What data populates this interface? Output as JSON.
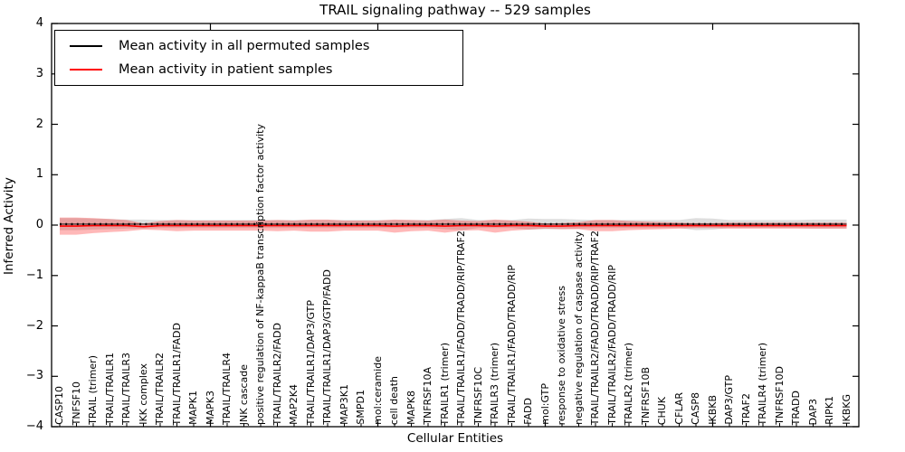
{
  "title": "TRAIL signaling pathway -- 529 samples",
  "chart_data": {
    "type": "line",
    "subtype": "mean-lines-with-std-bands",
    "title": "TRAIL signaling pathway -- 529 samples",
    "xlabel": "Cellular Entities",
    "ylabel": "Inferred Activity",
    "ylim": [
      -4,
      4
    ],
    "yticks": [
      4,
      3,
      2,
      1,
      0,
      -1,
      -2,
      -3,
      -4
    ],
    "ytick_labels": [
      "4",
      "3",
      "2",
      "1",
      "0",
      "−1",
      "−2",
      "−3",
      "−4"
    ],
    "grid": false,
    "legend_position": "upper left",
    "categories": [
      "CASP10",
      "TNFSF10",
      "TRAIL (trimer)",
      "TRAIL/TRAILR1",
      "TRAIL/TRAILR3",
      "IKK complex",
      "TRAIL/TRAILR2",
      "TRAIL/TRAILR1/FADD",
      "MAPK1",
      "MAPK3",
      "TRAIL/TRAILR4",
      "JNK cascade",
      "positive regulation of NF-kappaB transcription factor activity",
      "TRAIL/TRAILR2/FADD",
      "MAP2K4",
      "TRAIL/TRAILR1/DAP3/GTP",
      "TRAIL/TRAILR1/DAP3/GTP/FADD",
      "MAP3K1",
      "SMPD1",
      "mol:ceramide",
      "cell death",
      "MAPK8",
      "TNFRSF10A",
      "TRAILR1 (trimer)",
      "TRAIL/TRAILR1/FADD/TRADD/RIP/TRAF2",
      "TNFRSF10C",
      "TRAILR3 (trimer)",
      "TRAIL/TRAILR1/FADD/TRADD/RIP",
      "FADD",
      "mol:GTP",
      "response to oxidative stress",
      "negative regulation of caspase activity",
      "TRAIL/TRAILR2/FADD/TRADD/RIP/TRAF2",
      "TRAIL/TRAILR2/FADD/TRADD/RIP",
      "TRAILR2 (trimer)",
      "TNFRSF10B",
      "CHUK",
      "CFLAR",
      "CASP8",
      "IKBKB",
      "DAP3/GTP",
      "TRAF2",
      "TRAILR4 (trimer)",
      "TNFRSF10D",
      "TRADD",
      "DAP3",
      "RIPK1",
      "IKBKG"
    ],
    "series": [
      {
        "name": "Mean activity in all permuted samples",
        "color": "#000000",
        "band_color": "rgba(0,0,0,0.13)",
        "mean": [
          0.02,
          0.02,
          0.02,
          0.02,
          0.02,
          0.02,
          0.02,
          0.02,
          0.02,
          0.02,
          0.02,
          0.02,
          0.02,
          0.02,
          0.02,
          0.02,
          0.02,
          0.02,
          0.02,
          0.02,
          0.02,
          0.02,
          0.02,
          0.02,
          0.02,
          0.02,
          0.02,
          0.02,
          0.02,
          0.02,
          0.02,
          0.02,
          0.02,
          0.02,
          0.02,
          0.02,
          0.02,
          0.02,
          0.02,
          0.02,
          0.02,
          0.02,
          0.02,
          0.02,
          0.02,
          0.02,
          0.02,
          0.02
        ],
        "band": [
          0.12,
          0.12,
          0.11,
          0.1,
          0.09,
          0.09,
          0.08,
          0.08,
          0.08,
          0.08,
          0.08,
          0.08,
          0.08,
          0.08,
          0.08,
          0.08,
          0.08,
          0.08,
          0.08,
          0.08,
          0.08,
          0.08,
          0.08,
          0.1,
          0.12,
          0.08,
          0.08,
          0.08,
          0.11,
          0.1,
          0.1,
          0.09,
          0.08,
          0.08,
          0.08,
          0.08,
          0.08,
          0.08,
          0.12,
          0.11,
          0.08,
          0.08,
          0.08,
          0.08,
          0.08,
          0.09,
          0.09,
          0.09
        ]
      },
      {
        "name": "Mean activity in patient samples",
        "color": "#ff0000",
        "band_color": "rgba(255,0,0,0.28)",
        "mean": [
          -0.02,
          -0.02,
          -0.01,
          -0.01,
          -0.01,
          -0.03,
          -0.01,
          -0.01,
          -0.01,
          -0.01,
          -0.01,
          -0.01,
          -0.01,
          -0.01,
          -0.01,
          -0.01,
          -0.01,
          -0.01,
          -0.01,
          -0.01,
          -0.02,
          -0.01,
          -0.01,
          -0.02,
          -0.01,
          -0.01,
          -0.02,
          -0.01,
          -0.01,
          -0.02,
          -0.02,
          -0.01,
          -0.01,
          -0.01,
          -0.01,
          -0.01,
          -0.01,
          -0.01,
          -0.01,
          -0.01,
          -0.01,
          -0.01,
          -0.01,
          -0.01,
          -0.01,
          -0.01,
          -0.01,
          -0.01
        ],
        "band": [
          0.17,
          0.17,
          0.15,
          0.13,
          0.11,
          0.06,
          0.09,
          0.11,
          0.1,
          0.1,
          0.1,
          0.1,
          0.1,
          0.11,
          0.1,
          0.12,
          0.12,
          0.1,
          0.1,
          0.1,
          0.13,
          0.11,
          0.1,
          0.13,
          0.1,
          0.09,
          0.13,
          0.1,
          0.08,
          0.05,
          0.06,
          0.07,
          0.11,
          0.11,
          0.09,
          0.08,
          0.07,
          0.06,
          0.05,
          0.05,
          0.06,
          0.06,
          0.06,
          0.06,
          0.06,
          0.06,
          0.06,
          0.06
        ]
      }
    ],
    "colors": {
      "background": "#ffffff",
      "axes": "#000000",
      "permuted_line": "#000000",
      "patient_line": "#ff0000",
      "permuted_band": "rgba(0,0,0,0.13)",
      "patient_band": "rgba(255,0,0,0.28)"
    }
  }
}
